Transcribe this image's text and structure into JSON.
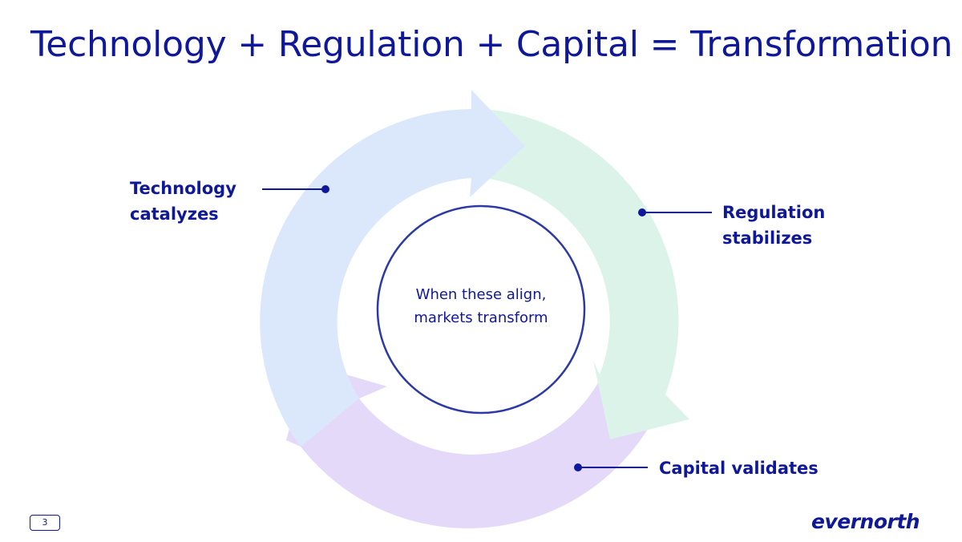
{
  "title": "Technology + Regulation + Capital = Transformation",
  "cycle": {
    "stages": [
      {
        "label_line1": "Technology",
        "label_line2": "catalyzes",
        "color": "#dbe8fb"
      },
      {
        "label_line1": "Regulation",
        "label_line2": "stabilizes",
        "color": "#dcf3ea"
      },
      {
        "label_line1": "Capital validates",
        "label_line2": "",
        "color": "#e5d9fa"
      }
    ],
    "center_line1": "When these align,",
    "center_line2": "markets transform"
  },
  "footer": {
    "page_number": "3",
    "logo_text": "evernorth"
  },
  "colors": {
    "text": "#10189a",
    "center_ring": "#2b3aa6"
  }
}
